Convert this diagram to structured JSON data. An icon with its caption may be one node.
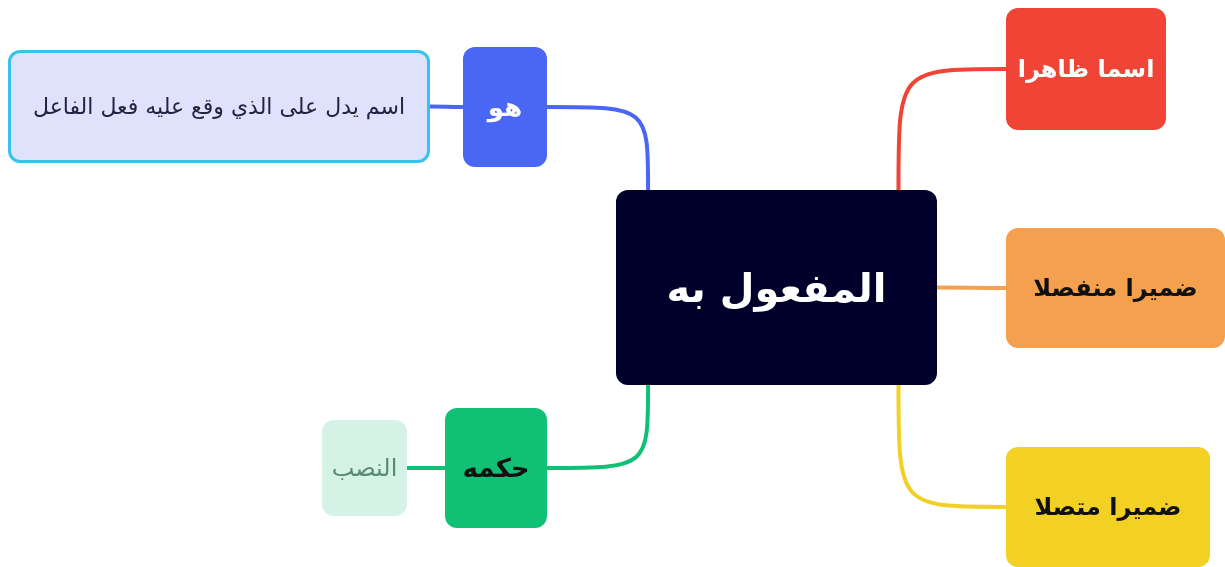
{
  "diagram": {
    "nodes": [
      {
        "text": [
          "المفعول به"
        ]
      },
      {
        "text": [
          "اسما ظاهرا"
        ]
      },
      {
        "text": [
          "ضميرا منفصلا"
        ]
      },
      {
        "text": [
          "ضميرا متصلا"
        ]
      },
      {
        "text": [
          "هو"
        ]
      },
      {
        "text": [
          "اسم يدل على الذي وقع عليه فعل الفاعل"
        ]
      },
      {
        "text": [
          "حكمه"
        ]
      },
      {
        "text": [
          "النصب"
        ]
      }
    ],
    "edges": [
      {
        "from": 0,
        "to": 1,
        "arrow": "none",
        "color": "#f04437"
      },
      {
        "from": 0,
        "to": 2,
        "arrow": "none",
        "color": "#f4a04f"
      },
      {
        "from": 0,
        "to": 3,
        "arrow": "none",
        "color": "#f2d024"
      },
      {
        "from": 0,
        "to": 4,
        "arrow": "none",
        "color": "#4a66f5"
      },
      {
        "from": 4,
        "to": 5,
        "arrow": "none",
        "color": "#4a66f5"
      },
      {
        "from": 0,
        "to": 6,
        "arrow": "none",
        "color": "#10c175"
      },
      {
        "from": 6,
        "to": 7,
        "arrow": "none",
        "color": "#10c175"
      }
    ]
  }
}
